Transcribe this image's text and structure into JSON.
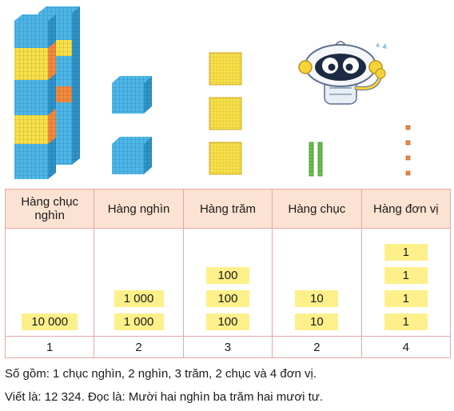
{
  "table": {
    "headers": [
      "Hàng chục nghìn",
      "Hàng nghìn",
      "Hàng trăm",
      "Hàng chục",
      "Hàng đơn vị"
    ],
    "columns": [
      [
        "10 000"
      ],
      [
        "1 000",
        "1 000"
      ],
      [
        "100",
        "100",
        "100"
      ],
      [
        "10",
        "10"
      ],
      [
        "1",
        "1",
        "1",
        "1"
      ]
    ],
    "digits": [
      "1",
      "2",
      "3",
      "2",
      "4"
    ]
  },
  "footer": {
    "line1": "Số gồm: 1 chục nghìn, 2 nghìn, 3 trăm, 2 chục và 4 đơn vị.",
    "line2": "Viết là: 12 324. Đọc là: Mười hai nghìn ba trăm hai mươi tư."
  },
  "colors": {
    "cube_blue": "#4fb7e8",
    "cube_yellow": "#f7e14a",
    "cube_orange": "#f08a3c",
    "rod_green": "#6cc24a",
    "chip_yellow": "#fdf08a",
    "header_bg": "#fbe2d2",
    "border_pink": "#e5a8a8"
  },
  "icons": [
    "ten-thousand-block-icon",
    "thousand-cube-icon",
    "hundred-flat-icon",
    "ten-rod-icon",
    "unit-cube-icon",
    "robot-mascot-icon"
  ]
}
